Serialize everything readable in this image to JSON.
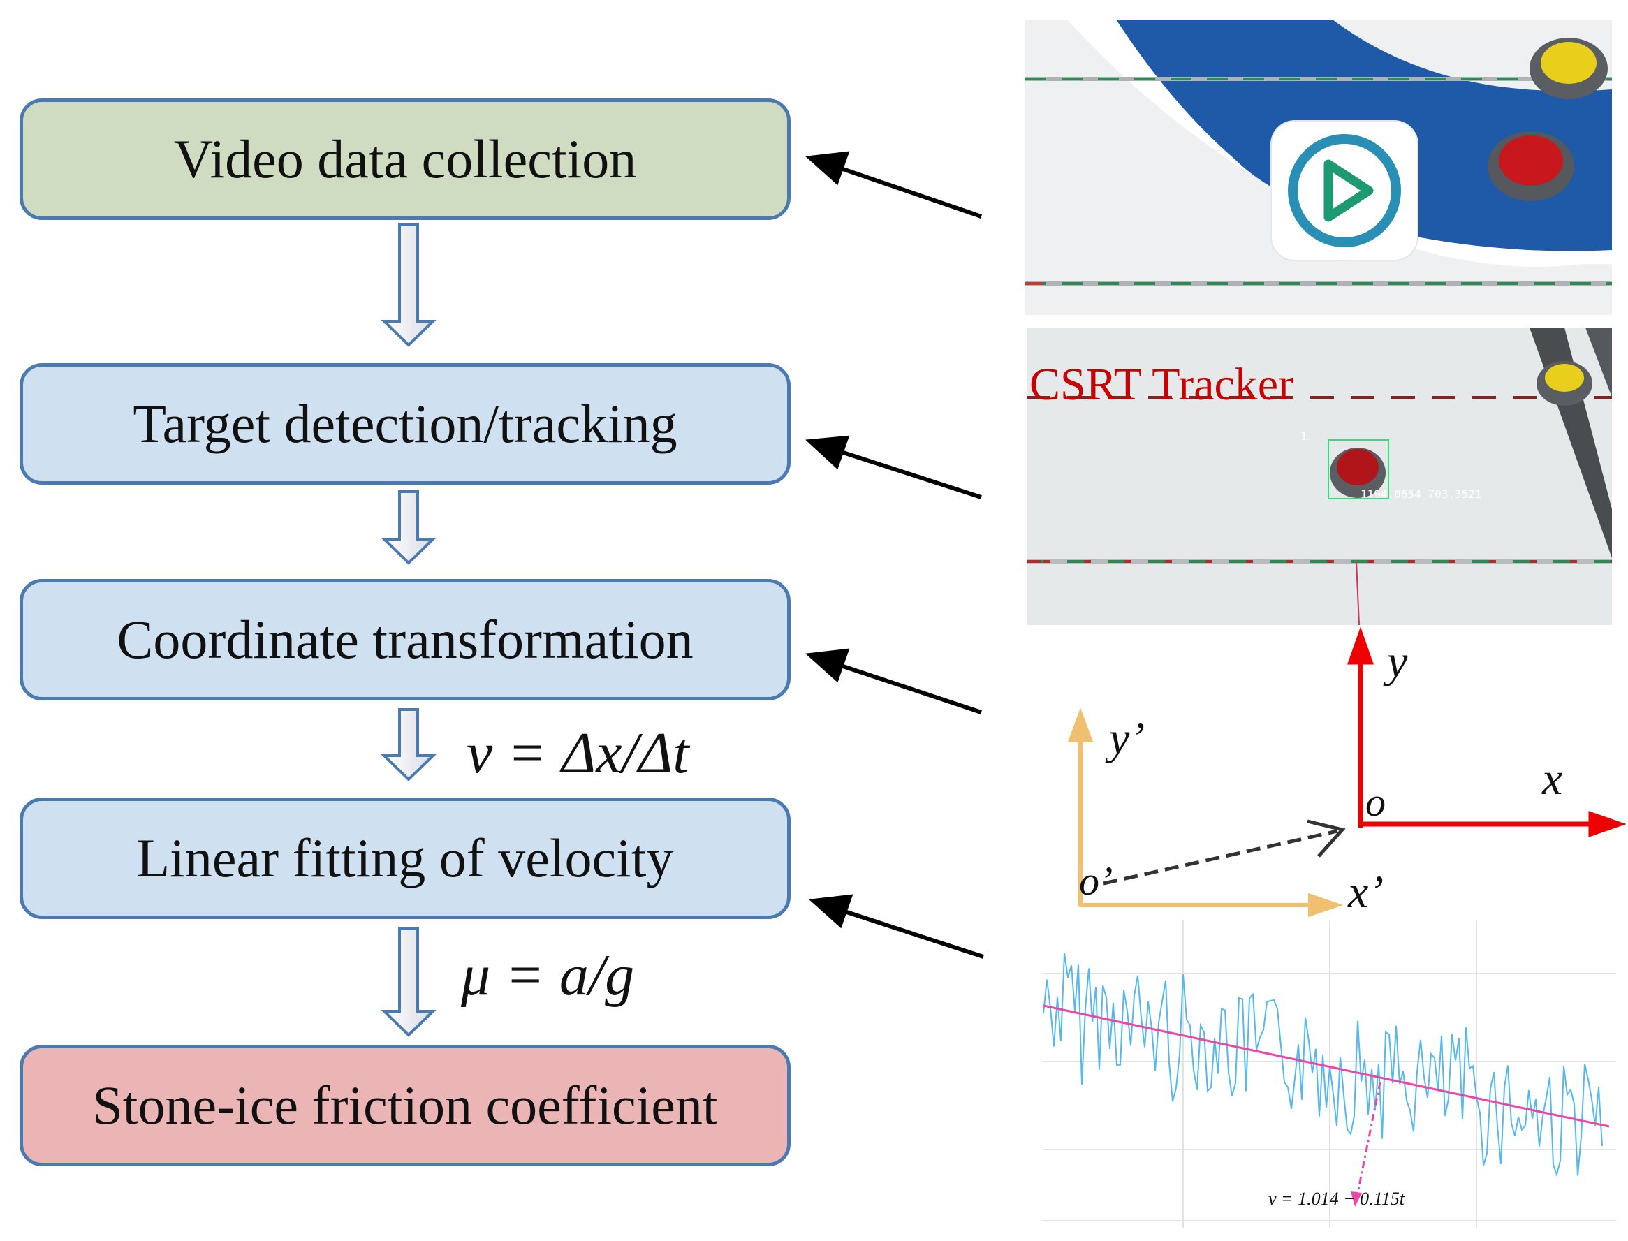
{
  "flow": {
    "steps": [
      {
        "label": "Video data collection",
        "fill": "#cfdcc2"
      },
      {
        "label": "Target detection/tracking",
        "fill": "#cfe0f1"
      },
      {
        "label": "Coordinate transformation",
        "fill": "#cfe0f1"
      },
      {
        "label": "Linear fitting of velocity",
        "fill": "#cfe0f1"
      },
      {
        "label": "Stone-ice friction coefficient",
        "fill": "#ebb5b5"
      }
    ],
    "formula_velocity": "v = Δx/Δt",
    "formula_friction": "μ = a/g",
    "border_color": "#4a7ab0"
  },
  "panels": {
    "video": {
      "play_icon": "play-icon"
    },
    "tracker": {
      "title": "CSRT Tracker",
      "box_id": "1",
      "coords": "1194.0654 703.3521"
    },
    "coords": {
      "world_axes": {
        "x": "x",
        "y": "y",
        "origin": "o",
        "color": "#ee0000"
      },
      "camera_axes": {
        "x": "x’",
        "y": "y’",
        "origin": "o’",
        "color": "#f0c070"
      }
    },
    "plot": {
      "fit_equation": "v = 1.014 − 0.115t",
      "signal_color": "#55b8ee",
      "fit_color": "#ee44aa"
    }
  }
}
